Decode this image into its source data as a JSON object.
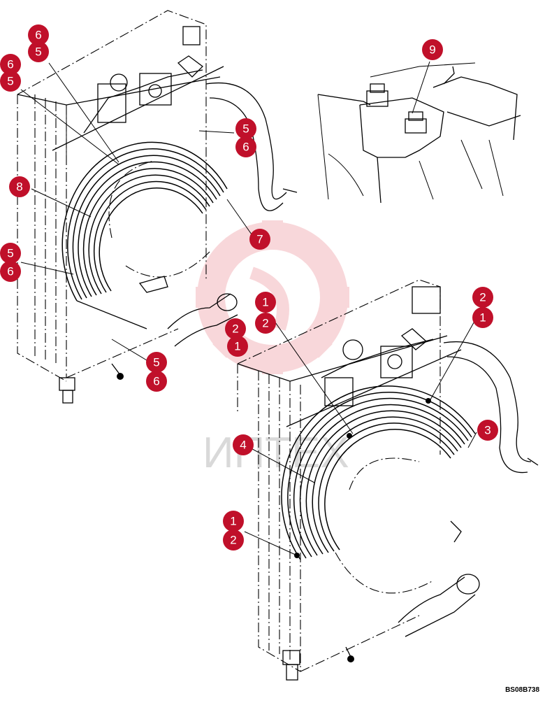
{
  "figure_ref": "BS08B738",
  "watermark": {
    "text": "ИПТЕХ",
    "color": "#f4b8bd"
  },
  "callout_color": "#c0102a",
  "callouts": {
    "a6": "6",
    "a5": "5",
    "b6": "6",
    "b5": "5",
    "c5": "5",
    "c6": "6",
    "d8": "8",
    "d7": "7",
    "e5": "5",
    "e6": "6",
    "f2": "2",
    "f1": "1",
    "g5": "5",
    "g6": "6",
    "h9": "9",
    "i1": "1",
    "i2": "2",
    "j2": "2",
    "j1": "1",
    "k3": "3",
    "k4": "4",
    "l1": "1",
    "l2": "2"
  }
}
